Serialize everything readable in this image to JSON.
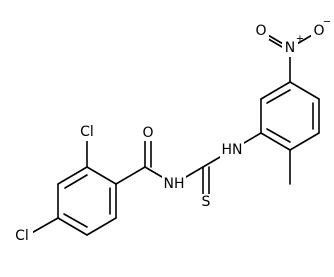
{
  "structure": {
    "labels": {
      "cl_ortho": "Cl",
      "cl_para": "Cl",
      "carbonyl_o": "O",
      "amide_nh": "NH",
      "thioamide_nh": "HN",
      "thione_s": "S",
      "nitro_n": "N",
      "nitro_o_top": "O",
      "nitro_o_right": "O",
      "nitro_plus": "+",
      "nitro_minus": "−"
    }
  }
}
